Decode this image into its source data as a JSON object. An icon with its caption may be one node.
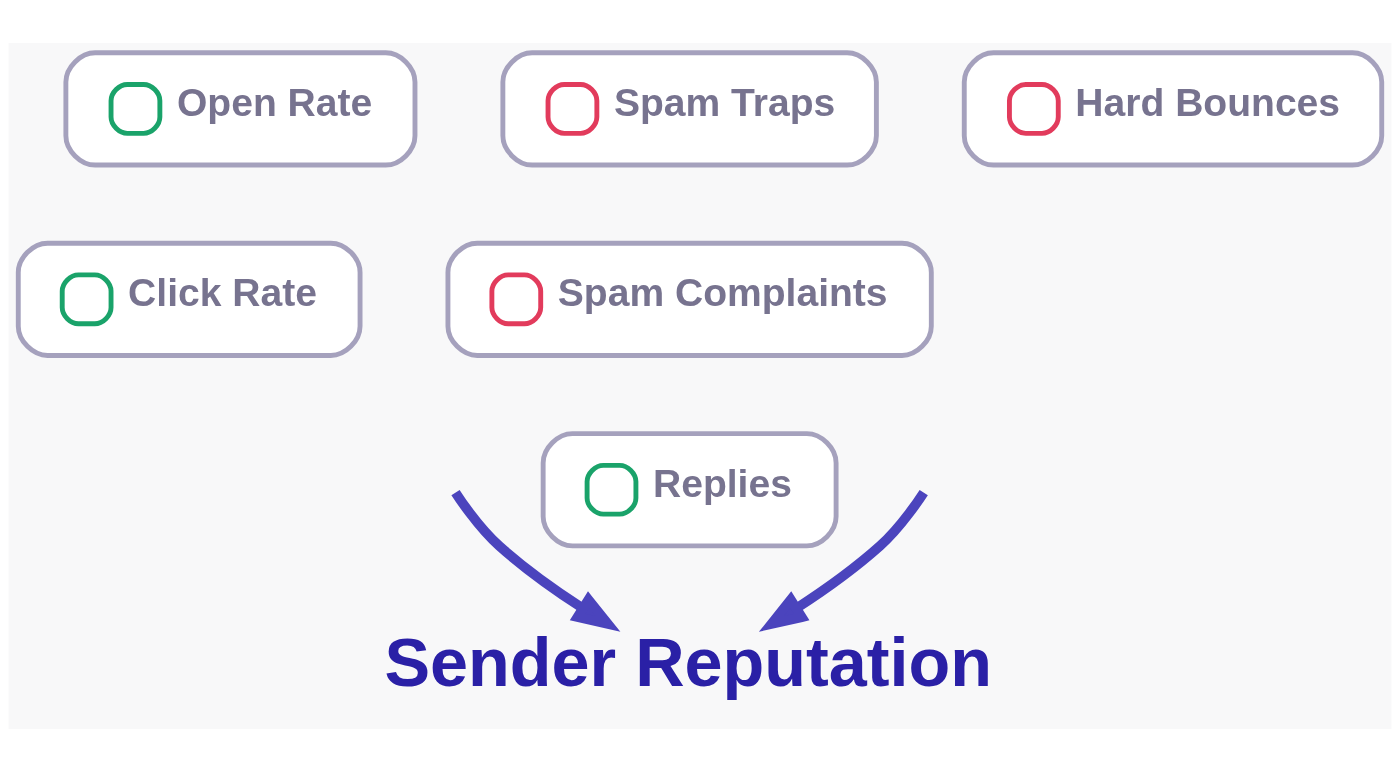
{
  "diagram": {
    "nodes": [
      {
        "text": [
          "Open Rate"
        ]
      },
      {
        "text": [
          "Spam Traps"
        ]
      },
      {
        "text": [
          "Hard Bounces"
        ]
      },
      {
        "text": [
          "Click Rate"
        ]
      },
      {
        "text": [
          "Spam Complaints"
        ]
      },
      {
        "text": [
          "Replies"
        ]
      },
      {
        "text": [
          "Sender Reputation"
        ]
      }
    ],
    "edges": [
      {
        "from": null,
        "to": 6,
        "arrow": "to"
      },
      {
        "from": null,
        "to": 6,
        "arrow": "to"
      }
    ]
  }
}
